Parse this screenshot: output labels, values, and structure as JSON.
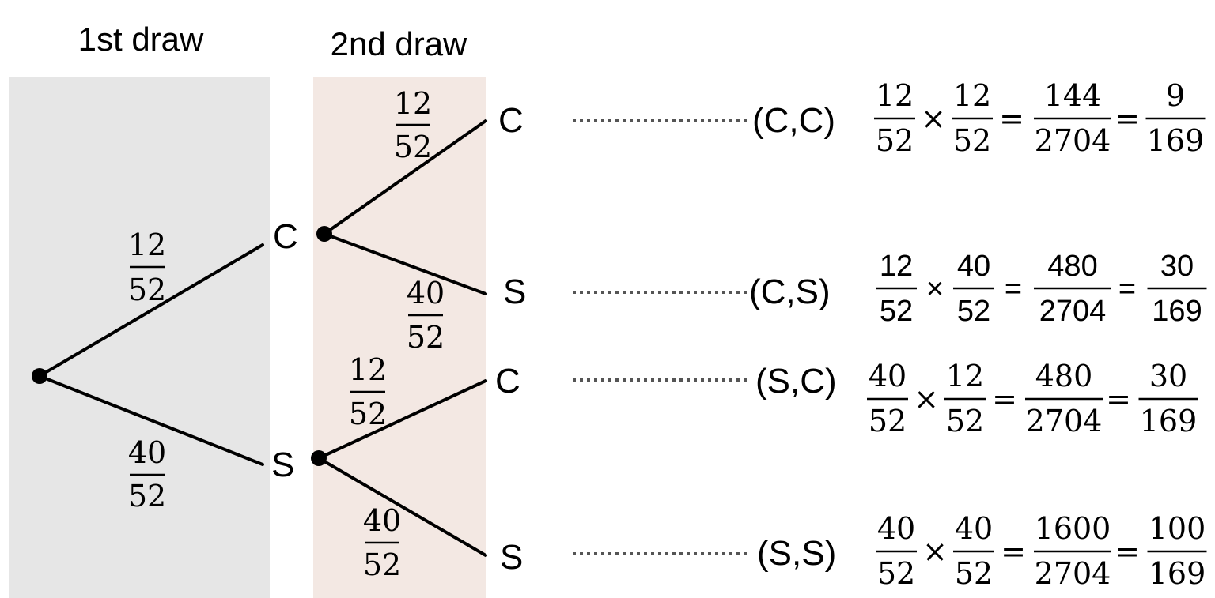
{
  "headers": {
    "first": "1st draw",
    "second": "2nd draw"
  },
  "colors": {
    "panel_first": "#e6e6e6",
    "panel_second": "#f3e8e3",
    "ink": "#000000",
    "dots": "#555555"
  },
  "nodes": {
    "first_c": "C",
    "first_s": "S",
    "cc": "C",
    "cs": "S",
    "sc": "C",
    "ss": "S"
  },
  "branches": {
    "root_to_c": {
      "num": "12",
      "den": "52"
    },
    "root_to_s": {
      "num": "40",
      "den": "52"
    },
    "c_to_c": {
      "num": "12",
      "den": "52"
    },
    "c_to_s": {
      "num": "40",
      "den": "52"
    },
    "s_to_c": {
      "num": "12",
      "den": "52"
    },
    "s_to_s": {
      "num": "40",
      "den": "52"
    }
  },
  "outcomes": [
    {
      "label": "(C,C)",
      "f1": [
        "12",
        "52"
      ],
      "f2": [
        "12",
        "52"
      ],
      "f3": [
        "144",
        "2704"
      ],
      "f4": [
        "9",
        "169"
      ]
    },
    {
      "label": "(C,S)",
      "f1": [
        "12",
        "52"
      ],
      "f2": [
        "40",
        "52"
      ],
      "f3": [
        "480",
        "2704"
      ],
      "f4": [
        "30",
        "169"
      ]
    },
    {
      "label": "(S,C)",
      "f1": [
        "40",
        "52"
      ],
      "f2": [
        "12",
        "52"
      ],
      "f3": [
        "480",
        "2704"
      ],
      "f4": [
        "30",
        "169"
      ]
    },
    {
      "label": "(S,S)",
      "f1": [
        "40",
        "52"
      ],
      "f2": [
        "40",
        "52"
      ],
      "f3": [
        "1600",
        "2704"
      ],
      "f4": [
        "100",
        "169"
      ]
    }
  ],
  "symbols": {
    "times": "×",
    "equals": "="
  }
}
